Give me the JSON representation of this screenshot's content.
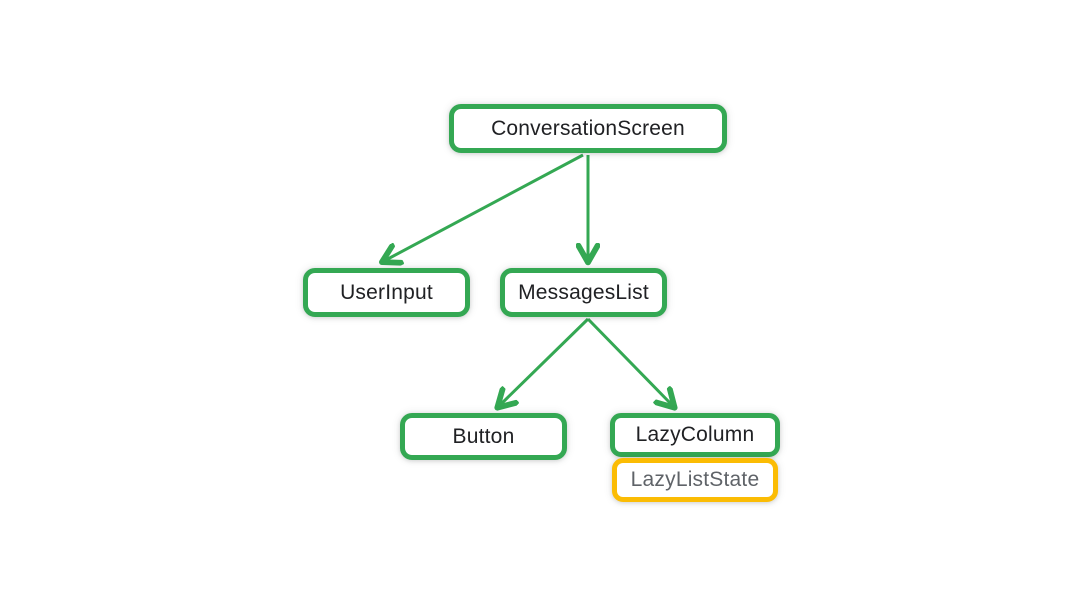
{
  "colors": {
    "green": "#34A853",
    "yellow": "#FBBC04",
    "text_dark": "#202124",
    "text_gray": "#5F6368",
    "background": "#FFFFFF"
  },
  "diagram": {
    "type": "component-tree",
    "nodes": {
      "conversationScreen": {
        "label": "ConversationScreen",
        "border": "green"
      },
      "userInput": {
        "label": "UserInput",
        "border": "green"
      },
      "messagesList": {
        "label": "MessagesList",
        "border": "green"
      },
      "button": {
        "label": "Button",
        "border": "green"
      },
      "lazyColumn": {
        "label": "LazyColumn",
        "border": "green"
      },
      "lazyListState": {
        "label": "LazyListState",
        "border": "yellow"
      }
    },
    "edges": [
      {
        "from": "ConversationScreen",
        "to": "UserInput"
      },
      {
        "from": "ConversationScreen",
        "to": "MessagesList"
      },
      {
        "from": "MessagesList",
        "to": "Button"
      },
      {
        "from": "MessagesList",
        "to": "LazyColumn"
      }
    ]
  }
}
